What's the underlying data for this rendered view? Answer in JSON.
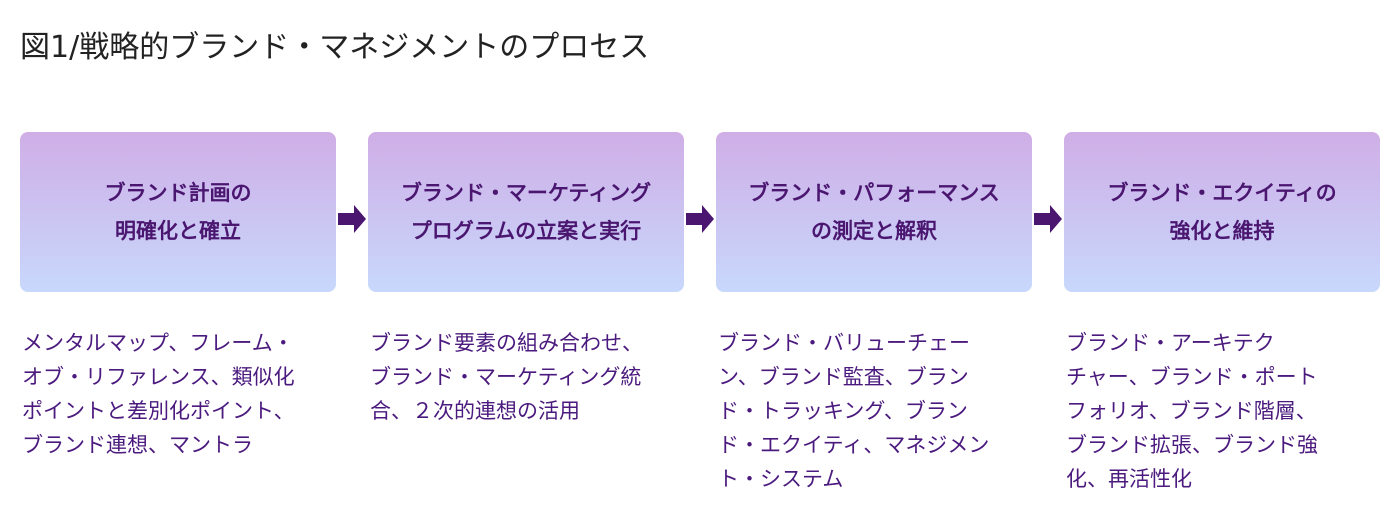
{
  "title": "図1/戦略的ブランド・マネジメントのプロセス",
  "steps": [
    {
      "label": "ブランド計画の\n明確化と確立",
      "description": "メンタルマップ、フレーム・\nオブ・リファレンス、類似化\nポイントと差別化ポイント、\nブランド連想、マントラ"
    },
    {
      "label": "ブランド・マーケティング\nプログラムの立案と実行",
      "description": "ブランド要素の組み合わせ、\nブランド・マーケティング統\n合、２次的連想の活用"
    },
    {
      "label": "ブランド・パフォーマンス\nの測定と解釈",
      "description": "ブランド・バリューチェー\nン、ブランド監査、ブラン\nド・トラッキング、ブラン\nド・エクイティ、マネジメン\nト・システム"
    },
    {
      "label": "ブランド・エクイティの\n強化と維持",
      "description": "ブランド・アーキテク\nチャー、ブランド・ポート\nフォリオ、ブランド階層、\nブランド拡張、ブランド強\n化、再活性化"
    }
  ],
  "colors": {
    "arrow": "#4a1670",
    "text": "#4b1a7e"
  }
}
